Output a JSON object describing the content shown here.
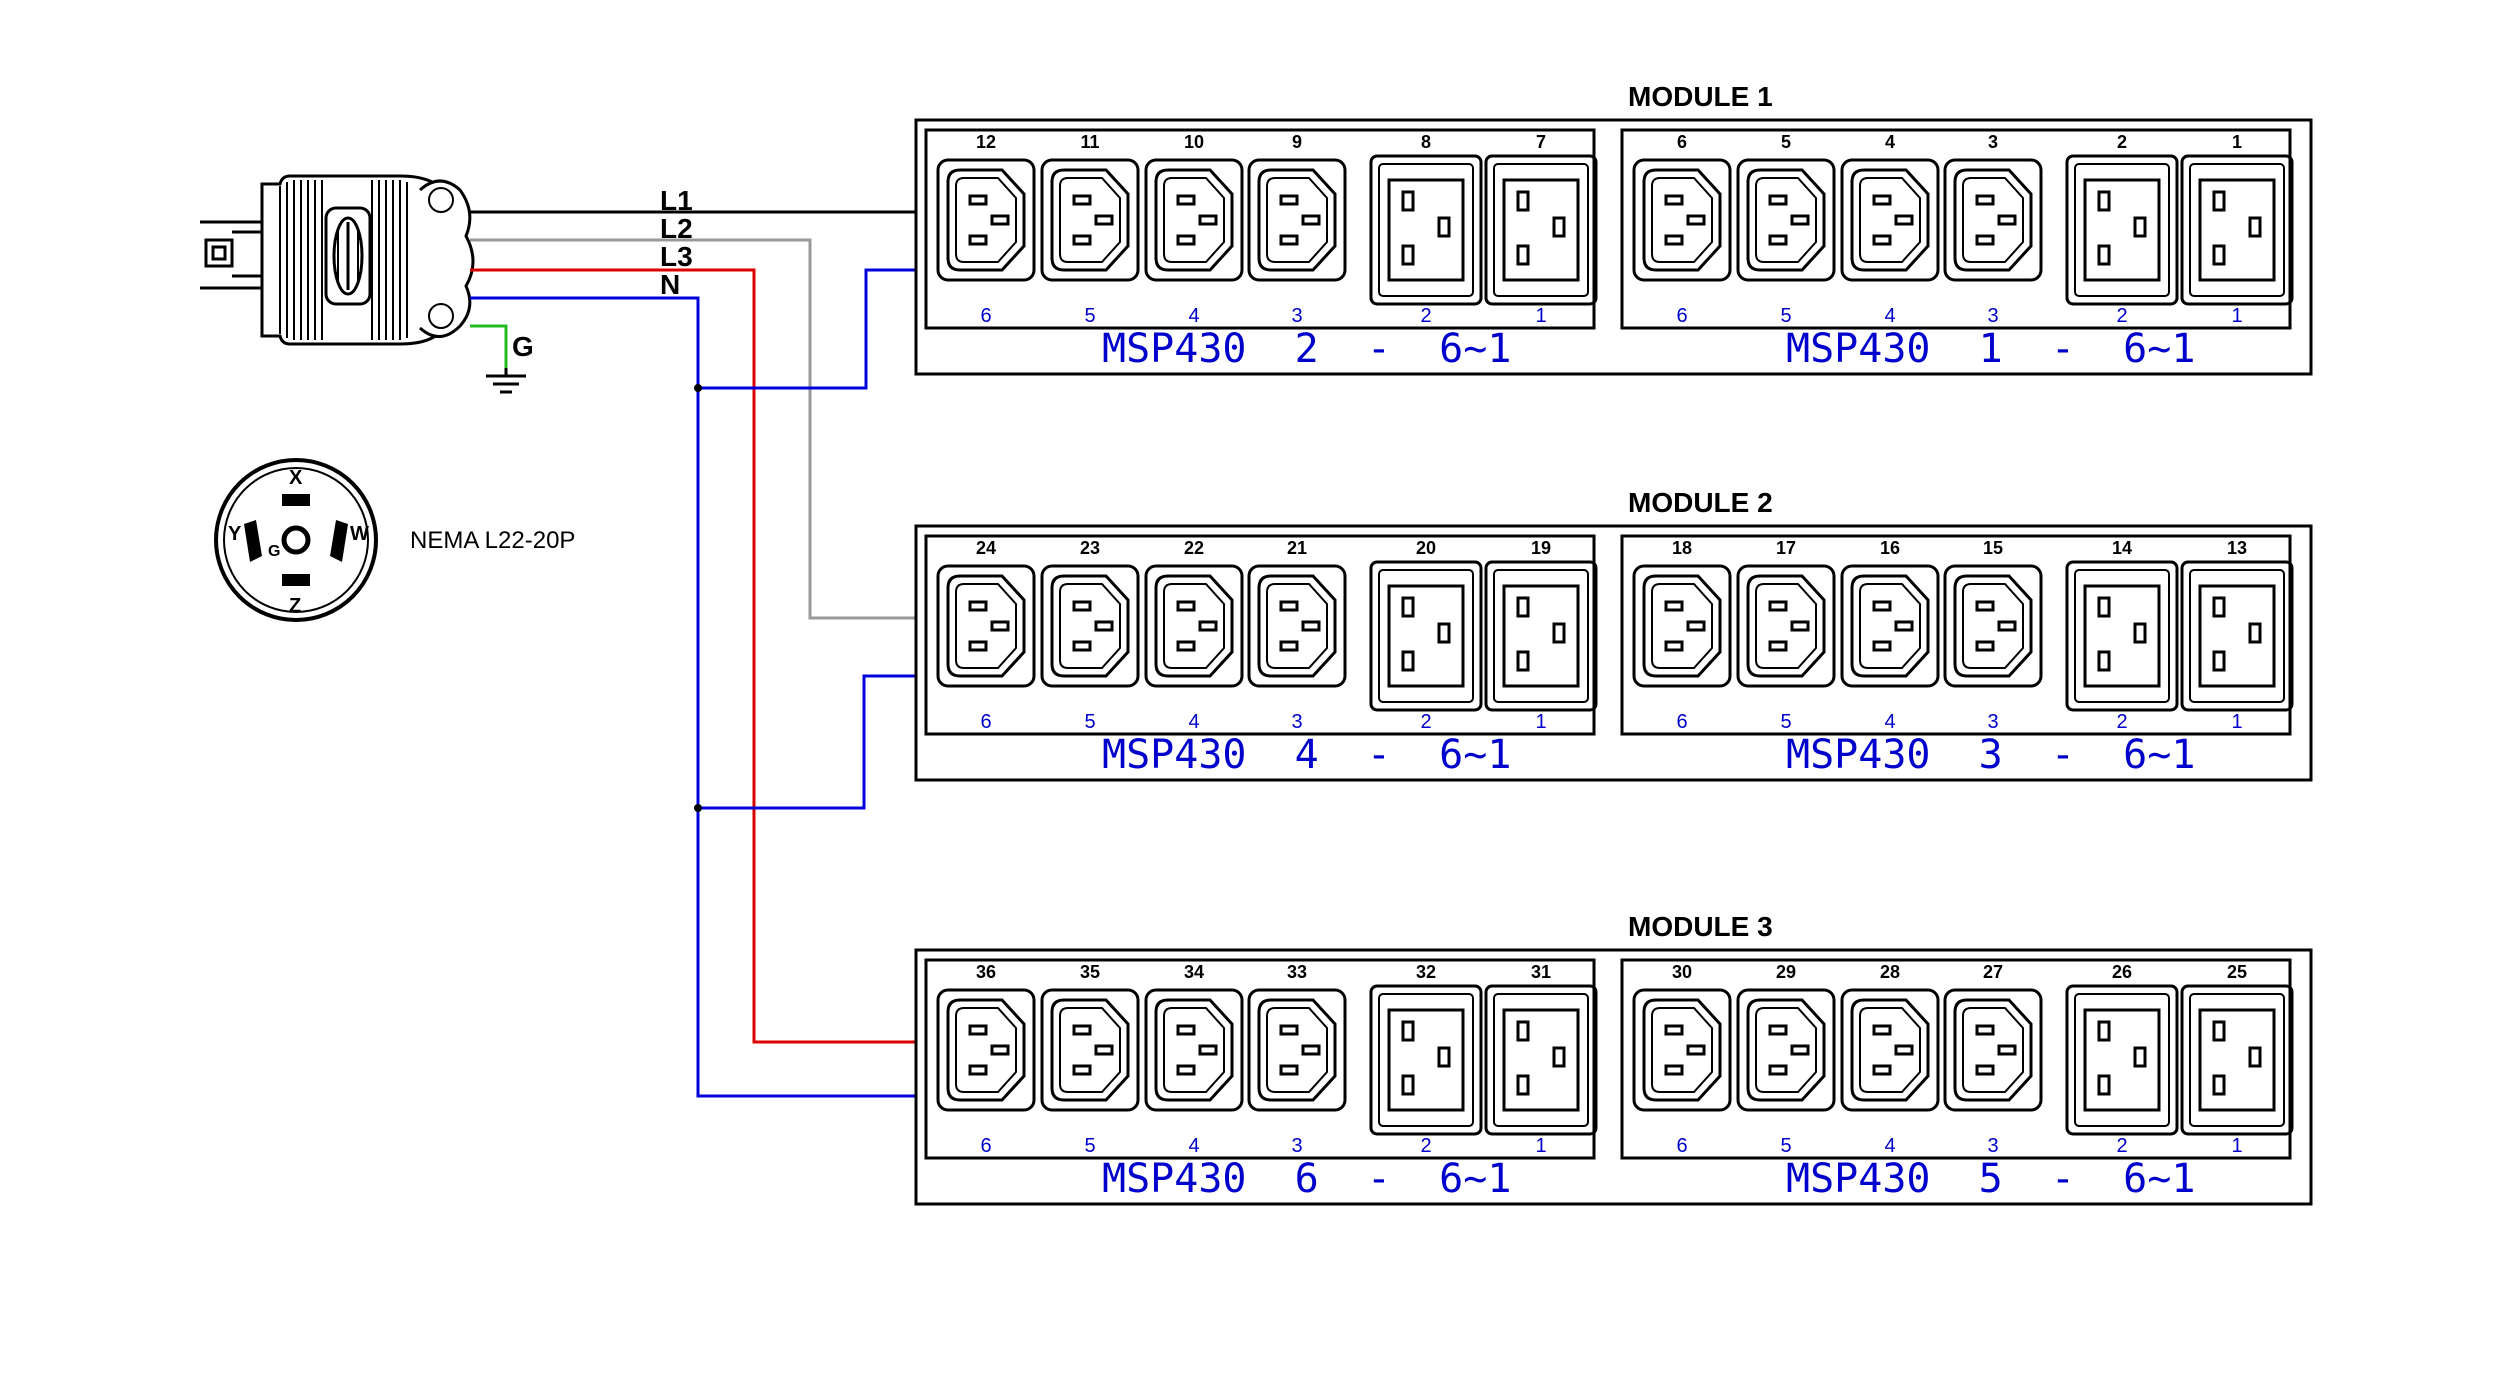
{
  "plug": {
    "wire_labels": [
      "L1",
      "L2",
      "L3",
      "N"
    ],
    "ground_label": "G",
    "face_pins": {
      "x": "X",
      "y": "Y",
      "z": "Z",
      "w": "W",
      "g": "G"
    },
    "nema_label": "NEMA L22-20P"
  },
  "colors": {
    "L1": "#000000",
    "L2": "#999999",
    "L3": "#dd0000",
    "N": "#0000dd",
    "G": "#22bb22",
    "label": "#0000cc"
  },
  "modules": [
    {
      "title": "MODULE 1",
      "pdus": [
        {
          "label": "MSP430 2 - 6~1",
          "outlets": [
            {
              "num": "12",
              "idx": "6",
              "kind": "C13"
            },
            {
              "num": "11",
              "idx": "5",
              "kind": "C13"
            },
            {
              "num": "10",
              "idx": "4",
              "kind": "C13"
            },
            {
              "num": "9",
              "idx": "3",
              "kind": "C13"
            },
            {
              "num": "8",
              "idx": "2",
              "kind": "C19"
            },
            {
              "num": "7",
              "idx": "1",
              "kind": "C19"
            }
          ]
        },
        {
          "label": "MSP430 1 - 6~1",
          "outlets": [
            {
              "num": "6",
              "idx": "6",
              "kind": "C13"
            },
            {
              "num": "5",
              "idx": "5",
              "kind": "C13"
            },
            {
              "num": "4",
              "idx": "4",
              "kind": "C13"
            },
            {
              "num": "3",
              "idx": "3",
              "kind": "C13"
            },
            {
              "num": "2",
              "idx": "2",
              "kind": "C19"
            },
            {
              "num": "1",
              "idx": "1",
              "kind": "C19"
            }
          ]
        }
      ]
    },
    {
      "title": "MODULE 2",
      "pdus": [
        {
          "label": "MSP430 4 - 6~1",
          "outlets": [
            {
              "num": "24",
              "idx": "6",
              "kind": "C13"
            },
            {
              "num": "23",
              "idx": "5",
              "kind": "C13"
            },
            {
              "num": "22",
              "idx": "4",
              "kind": "C13"
            },
            {
              "num": "21",
              "idx": "3",
              "kind": "C13"
            },
            {
              "num": "20",
              "idx": "2",
              "kind": "C19"
            },
            {
              "num": "19",
              "idx": "1",
              "kind": "C19"
            }
          ]
        },
        {
          "label": "MSP430 3 - 6~1",
          "outlets": [
            {
              "num": "18",
              "idx": "6",
              "kind": "C13"
            },
            {
              "num": "17",
              "idx": "5",
              "kind": "C13"
            },
            {
              "num": "16",
              "idx": "4",
              "kind": "C13"
            },
            {
              "num": "15",
              "idx": "3",
              "kind": "C13"
            },
            {
              "num": "14",
              "idx": "2",
              "kind": "C19"
            },
            {
              "num": "13",
              "idx": "1",
              "kind": "C19"
            }
          ]
        }
      ]
    },
    {
      "title": "MODULE 3",
      "pdus": [
        {
          "label": "MSP430 6 - 6~1",
          "outlets": [
            {
              "num": "36",
              "idx": "6",
              "kind": "C13"
            },
            {
              "num": "35",
              "idx": "5",
              "kind": "C13"
            },
            {
              "num": "34",
              "idx": "4",
              "kind": "C13"
            },
            {
              "num": "33",
              "idx": "3",
              "kind": "C13"
            },
            {
              "num": "32",
              "idx": "2",
              "kind": "C19"
            },
            {
              "num": "31",
              "idx": "1",
              "kind": "C19"
            }
          ]
        },
        {
          "label": "MSP430 5 - 6~1",
          "outlets": [
            {
              "num": "30",
              "idx": "6",
              "kind": "C13"
            },
            {
              "num": "29",
              "idx": "5",
              "kind": "C13"
            },
            {
              "num": "28",
              "idx": "4",
              "kind": "C13"
            },
            {
              "num": "27",
              "idx": "3",
              "kind": "C13"
            },
            {
              "num": "26",
              "idx": "2",
              "kind": "C19"
            },
            {
              "num": "25",
              "idx": "1",
              "kind": "C19"
            }
          ]
        }
      ]
    }
  ]
}
